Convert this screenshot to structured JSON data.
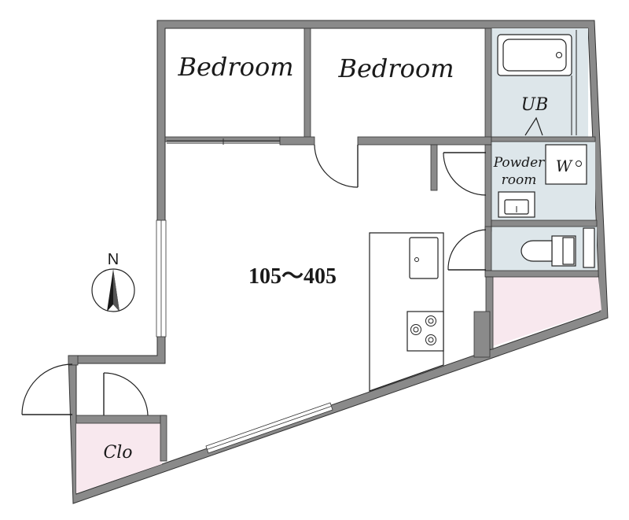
{
  "rooms": {
    "bedroom_left": "Bedroom",
    "bedroom_right": "Bedroom",
    "bath": "UB",
    "powder_line1": "Powder",
    "powder_line2": "room",
    "washer": "W",
    "closet": "Clo",
    "main_room_number": "105～405"
  },
  "compass": {
    "label": "N"
  },
  "colors": {
    "wall": "#8a8a8a",
    "wet_area": "#dde6ea",
    "storage_pink": "#f8e8ee",
    "floor": "#ffffff",
    "line": "#222222"
  }
}
